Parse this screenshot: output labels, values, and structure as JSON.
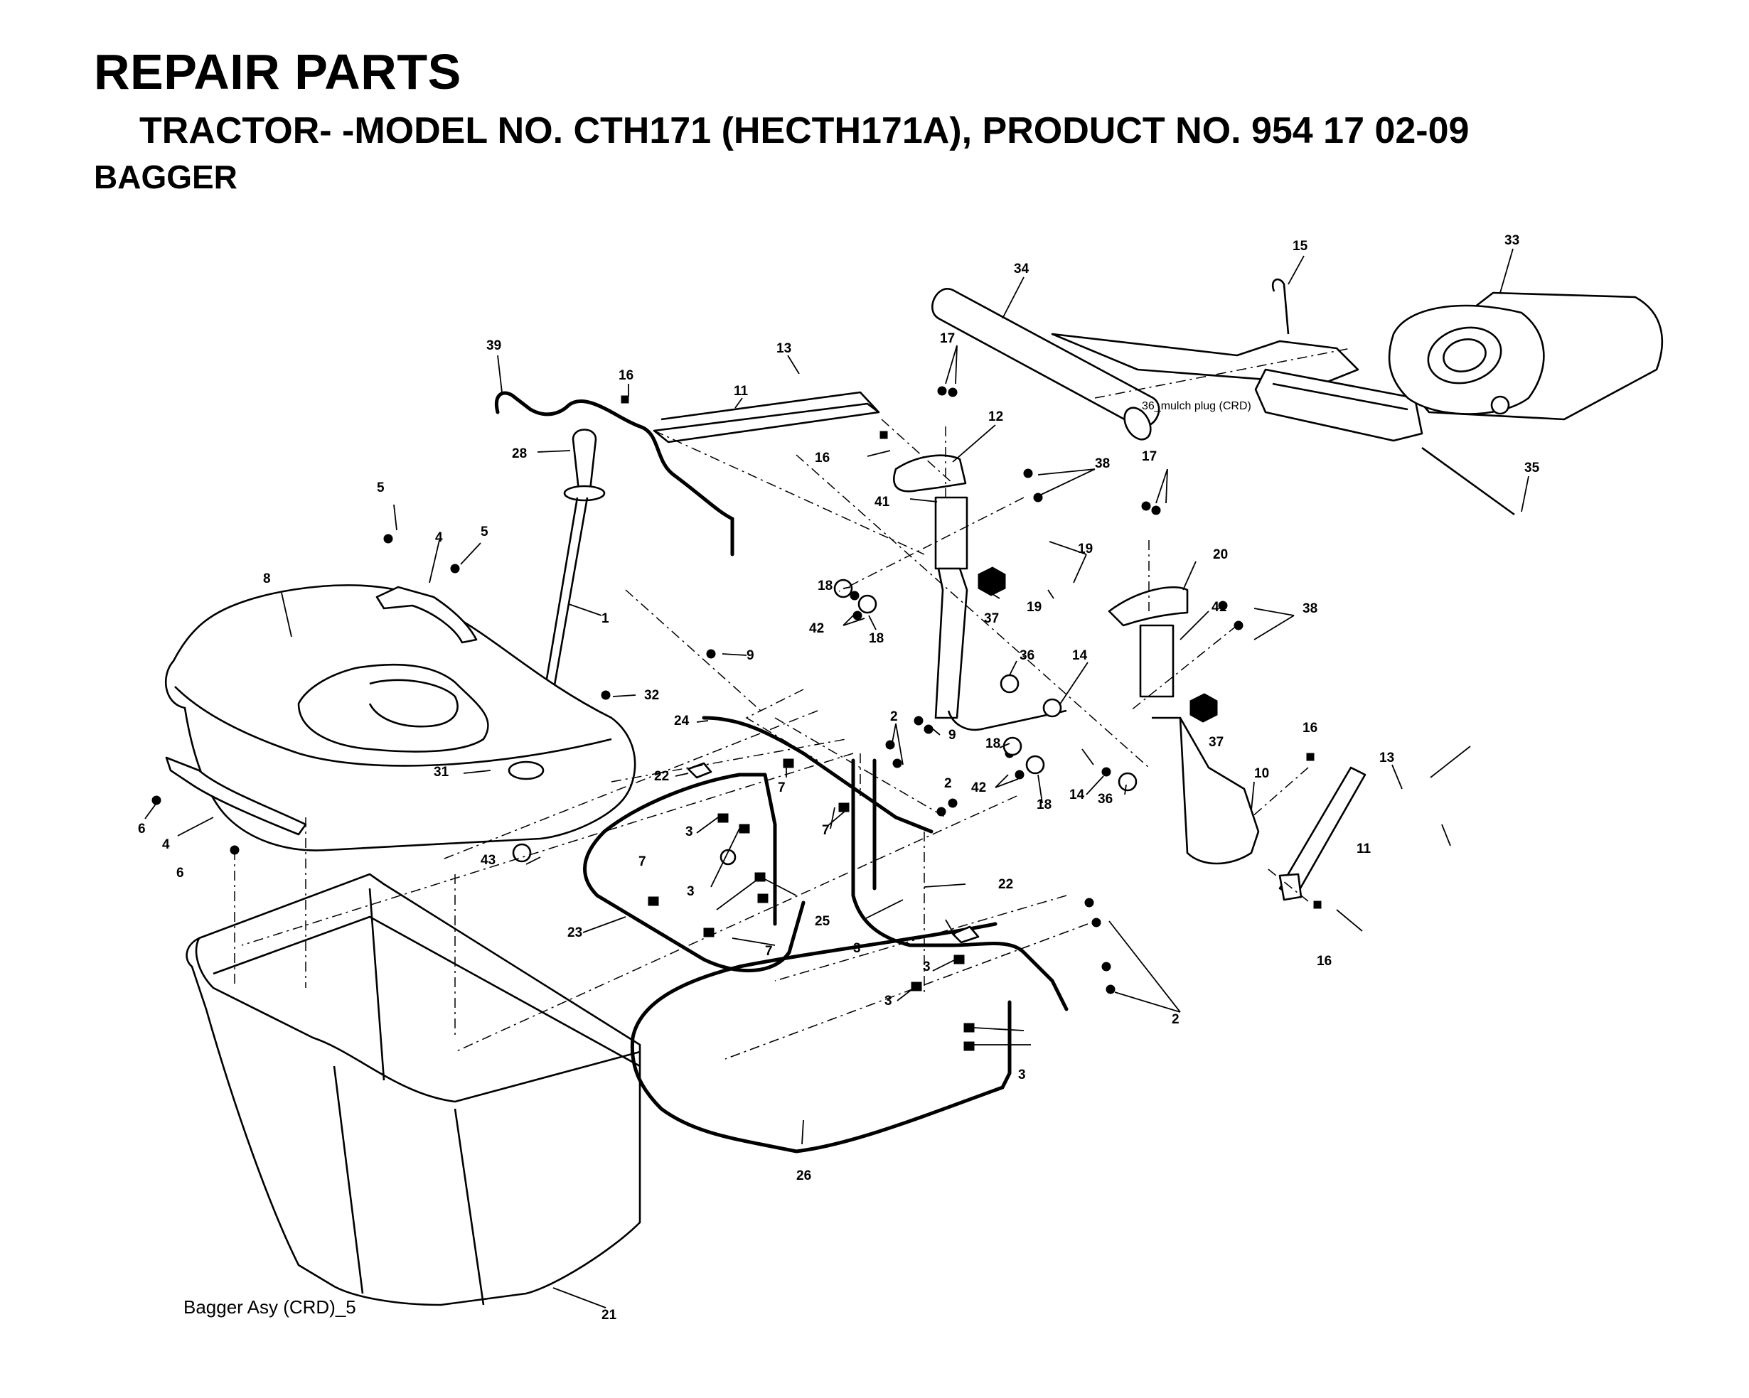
{
  "header": {
    "title": "REPAIR PARTS",
    "subtitle": "TRACTOR- -MODEL NO. CTH171 (HECTH171A), PRODUCT NO. 954 17 02-09",
    "section": "BAGGER"
  },
  "diagram": {
    "note": "36_mulch plug (CRD)",
    "caption": "Bagger Asy (CRD)_5",
    "callouts": [
      "39",
      "16",
      "11",
      "13",
      "17",
      "12",
      "34",
      "15",
      "33",
      "28",
      "16",
      "38",
      "41",
      "5",
      "4",
      "5",
      "17",
      "19",
      "8",
      "1",
      "18",
      "42",
      "18",
      "37",
      "19",
      "20",
      "41",
      "38",
      "9",
      "36",
      "14",
      "32",
      "24",
      "2",
      "9",
      "22",
      "31",
      "7",
      "18",
      "42",
      "18",
      "37",
      "16",
      "13",
      "10",
      "6",
      "4",
      "3",
      "7",
      "14",
      "36",
      "2",
      "6",
      "43",
      "3",
      "7",
      "3",
      "11",
      "22",
      "23",
      "25",
      "7",
      "3",
      "3",
      "2",
      "3",
      "16",
      "21",
      "26",
      "35"
    ]
  }
}
